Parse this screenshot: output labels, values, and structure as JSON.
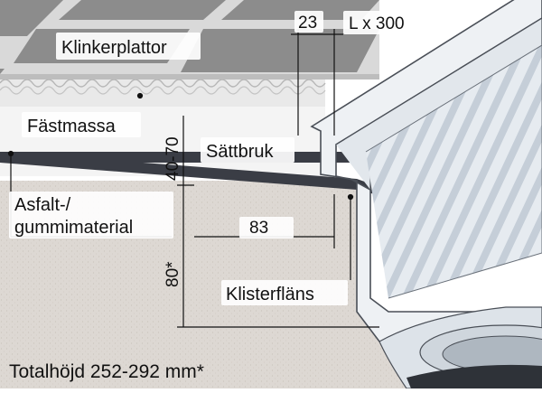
{
  "labels": {
    "tiles": "Klinkerplattor",
    "adhesive": "Fästmassa",
    "mortar": "Sättbruk",
    "membrane_line1": "Asfalt-/",
    "membrane_line2": "gummimaterial",
    "flange": "Klisterfläns"
  },
  "dimensions": {
    "gap": "23",
    "length": "L x 300",
    "mortar_range": "40-70",
    "flange_width": "83",
    "depth": "80*"
  },
  "footer": {
    "total_height": "Totalhöjd 252-292 mm*"
  },
  "colors": {
    "tile": "#8c8c8c",
    "grout": "#d9d9d9",
    "adhesive": "#e9e9e9",
    "mortar": "#f4f4f4",
    "membrane": "#3a3d45",
    "concrete": "#ddd8d3",
    "steel": "#eef1f4",
    "steel_edge": "#4a4f57"
  }
}
